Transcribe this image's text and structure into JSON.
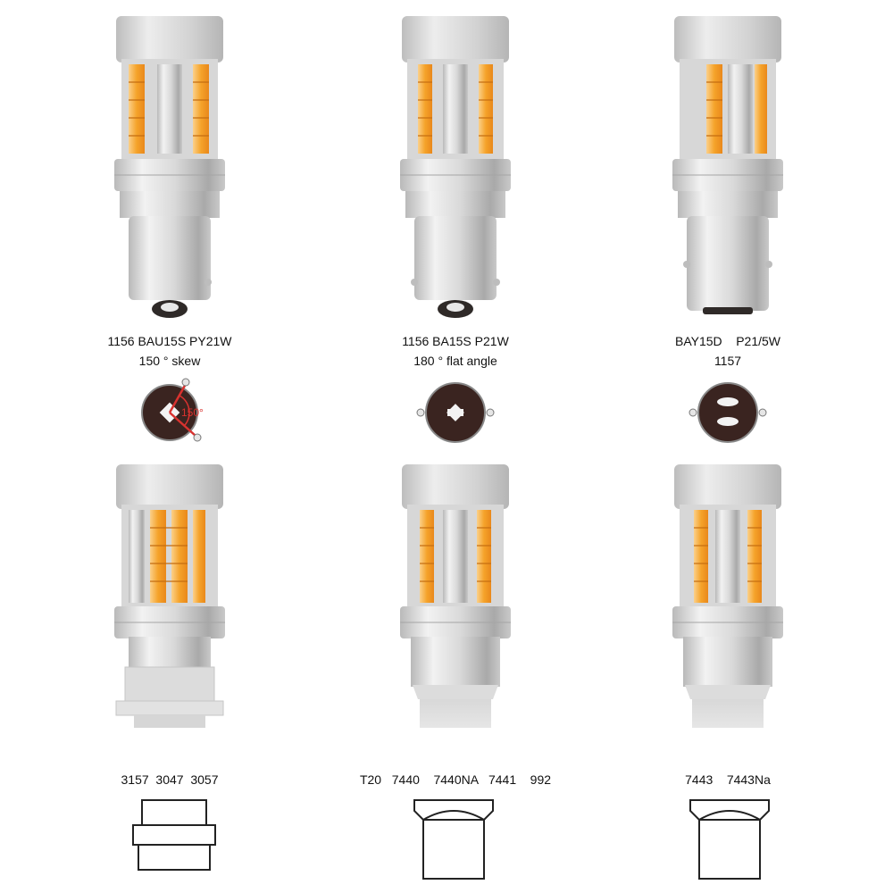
{
  "products": [
    {
      "line1": "1156 BAU15S PY21W",
      "line2": "150 ° skew",
      "angle_mark": "150°"
    },
    {
      "line1": "1156 BA15S P21W",
      "line2": "180 ° flat angle"
    },
    {
      "line1": "BAY15D    P21/5W",
      "line2": "1157"
    },
    {
      "line1": "3157  3047  3057"
    },
    {
      "line1": "T20   7440    7440NA   7441    992"
    },
    {
      "line1": "7443    7443Na"
    }
  ],
  "colors": {
    "silver_light": "#e9e9e9",
    "silver_mid": "#c4c4c4",
    "silver_dark": "#9a9a9a",
    "amber": "#f5a32a",
    "amber_dark": "#e07d12",
    "socket_dark": "#3a2420",
    "angle_red": "#d8322f"
  }
}
